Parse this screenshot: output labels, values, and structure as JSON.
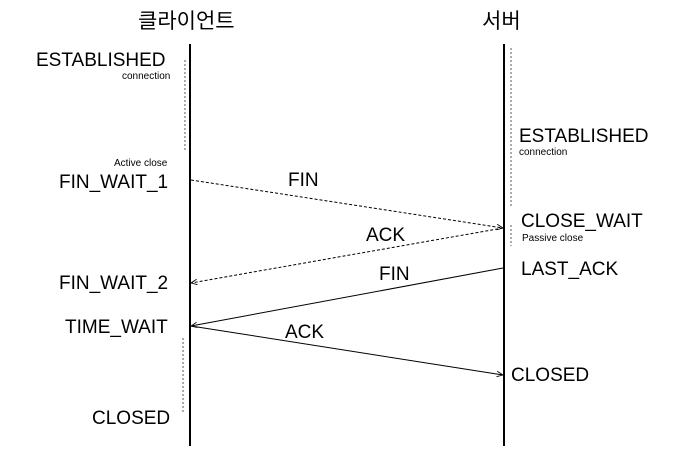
{
  "client": {
    "title": "클라이언트",
    "states": {
      "established": "ESTABLISHED",
      "established_note": "connection",
      "active_close_note": "Active close",
      "fin_wait_1": "FIN_WAIT_1",
      "fin_wait_2": "FIN_WAIT_2",
      "time_wait": "TIME_WAIT",
      "closed": "CLOSED"
    }
  },
  "server": {
    "title": "서버",
    "states": {
      "established": "ESTABLISHED",
      "established_note": "connection",
      "close_wait": "CLOSE_WAIT",
      "passive_close_note": "Passive close",
      "last_ack": "LAST_ACK",
      "closed": "CLOSED"
    }
  },
  "messages": {
    "fin_1": "FIN",
    "ack_1": "ACK",
    "fin_2": "FIN",
    "ack_2": "ACK"
  },
  "colors": {
    "ink": "#000000",
    "guide": "#555555",
    "background": "#ffffff"
  }
}
